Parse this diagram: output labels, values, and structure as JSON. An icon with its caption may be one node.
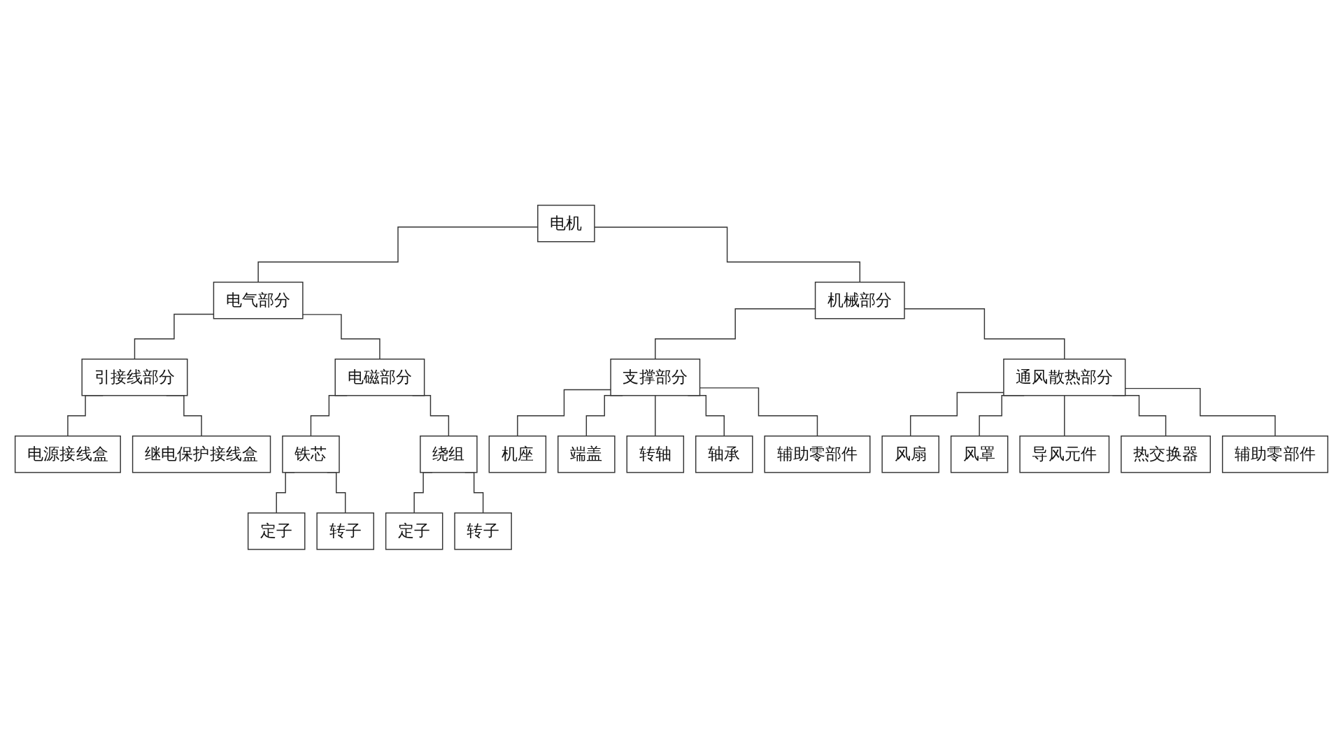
{
  "diagram": {
    "nodes": [
      {
        "text": [
          "电机"
        ]
      },
      {
        "text": [
          "电气部分"
        ]
      },
      {
        "text": [
          "机械部分"
        ]
      },
      {
        "text": [
          "引接线部分"
        ]
      },
      {
        "text": [
          "电磁部分"
        ]
      },
      {
        "text": [
          "电源接线盒"
        ]
      },
      {
        "text": [
          "继电保护接线盒"
        ]
      },
      {
        "text": [
          "铁芯"
        ]
      },
      {
        "text": [
          "绕组"
        ]
      },
      {
        "text": [
          "定子"
        ]
      },
      {
        "text": [
          "转子"
        ]
      },
      {
        "text": [
          "定子"
        ]
      },
      {
        "text": [
          "转子"
        ]
      },
      {
        "text": [
          "支撑部分"
        ]
      },
      {
        "text": [
          "通风散热部分"
        ]
      },
      {
        "text": [
          "机座"
        ]
      },
      {
        "text": [
          "端盖"
        ]
      },
      {
        "text": [
          "转轴"
        ]
      },
      {
        "text": [
          "轴承"
        ]
      },
      {
        "text": [
          "辅助零部件"
        ]
      },
      {
        "text": [
          "风扇"
        ]
      },
      {
        "text": [
          "风罩"
        ]
      },
      {
        "text": [
          "导风元件"
        ]
      },
      {
        "text": [
          "热交换器"
        ]
      },
      {
        "text": [
          "辅助零部件"
        ]
      }
    ],
    "edges": [
      {
        "from": 0,
        "to": 1,
        "arrow": "none"
      },
      {
        "from": 0,
        "to": 2,
        "arrow": "none"
      },
      {
        "from": 1,
        "to": 3,
        "arrow": "none"
      },
      {
        "from": 1,
        "to": 4,
        "arrow": "none"
      },
      {
        "from": 3,
        "to": 5,
        "arrow": "none"
      },
      {
        "from": 3,
        "to": 6,
        "arrow": "none"
      },
      {
        "from": 4,
        "to": 7,
        "arrow": "none"
      },
      {
        "from": 4,
        "to": 8,
        "arrow": "none"
      },
      {
        "from": 7,
        "to": 9,
        "arrow": "none"
      },
      {
        "from": 7,
        "to": 10,
        "arrow": "none"
      },
      {
        "from": 8,
        "to": 11,
        "arrow": "none"
      },
      {
        "from": 8,
        "to": 12,
        "arrow": "none"
      },
      {
        "from": 2,
        "to": 13,
        "arrow": "none"
      },
      {
        "from": 2,
        "to": 14,
        "arrow": "none"
      },
      {
        "from": 13,
        "to": 15,
        "arrow": "none"
      },
      {
        "from": 13,
        "to": 16,
        "arrow": "none"
      },
      {
        "from": 13,
        "to": 17,
        "arrow": "none"
      },
      {
        "from": 13,
        "to": 18,
        "arrow": "none"
      },
      {
        "from": 13,
        "to": 19,
        "arrow": "none"
      },
      {
        "from": 14,
        "to": 20,
        "arrow": "none"
      },
      {
        "from": 14,
        "to": 21,
        "arrow": "none"
      },
      {
        "from": 14,
        "to": 22,
        "arrow": "none"
      },
      {
        "from": 14,
        "to": 23,
        "arrow": "none"
      },
      {
        "from": 14,
        "to": 24,
        "arrow": "none"
      }
    ]
  }
}
